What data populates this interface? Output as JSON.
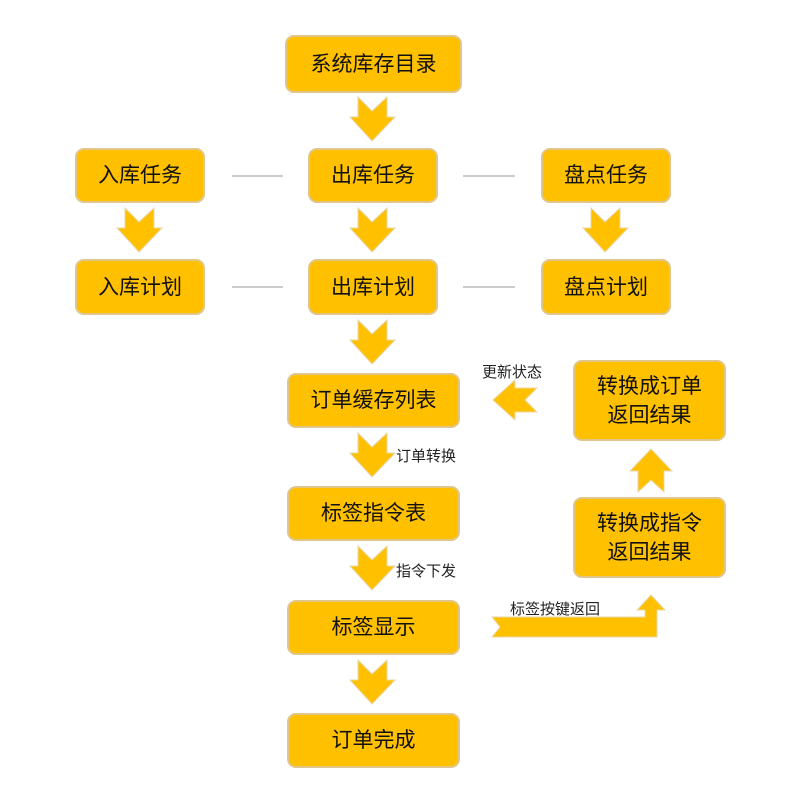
{
  "nodes": {
    "inventory_catalog": "系统库存目录",
    "inbound_task": "入库任务",
    "outbound_task": "出库任务",
    "stocktake_task": "盘点任务",
    "inbound_plan": "入库计划",
    "outbound_plan": "出库计划",
    "stocktake_plan": "盘点计划",
    "order_cache_list": "订单缓存列表",
    "label_command_table": "标签指令表",
    "label_display": "标签显示",
    "order_complete": "订单完成",
    "order_result_line1": "转换成订单",
    "order_result_line2": "返回结果",
    "command_result_line1": "转换成指令",
    "command_result_line2": "返回结果"
  },
  "edge_labels": {
    "update_status": "更新状态",
    "order_convert": "订单转换",
    "command_dispatch": "指令下发",
    "label_key_return": "标签按键返回"
  },
  "colors": {
    "fill": "#FFC000",
    "border": "#E0C68A",
    "line": "#999999"
  }
}
